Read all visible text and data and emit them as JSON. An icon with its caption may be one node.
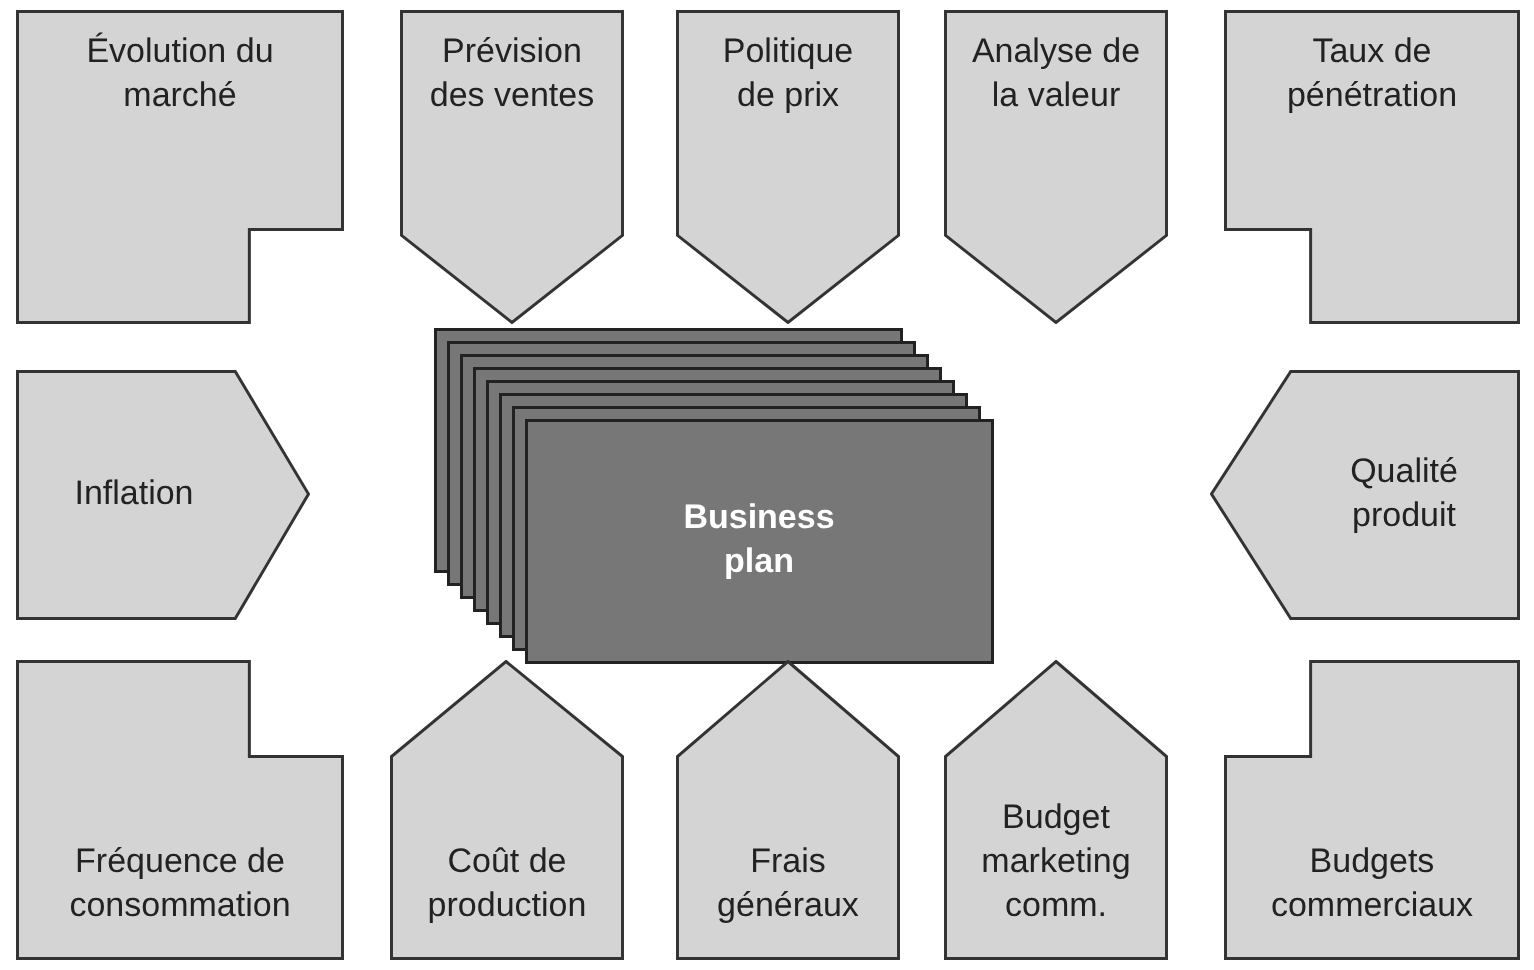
{
  "diagram": {
    "nodes": [
      {
        "text": [
          "Évolution du marché"
        ]
      },
      {
        "text": [
          "Prévision des ventes"
        ]
      },
      {
        "text": [
          "Politique de prix"
        ]
      },
      {
        "text": [
          "Analyse de la valeur"
        ]
      },
      {
        "text": [
          "Taux de pénétration"
        ]
      },
      {
        "text": [
          "Inflation"
        ]
      },
      {
        "text": [
          "Business plan"
        ]
      },
      {
        "text": [
          "Qualité produit"
        ]
      },
      {
        "text": [
          "Fréquence de consommation"
        ]
      },
      {
        "text": [
          "Coût de production"
        ]
      },
      {
        "text": [
          "Frais généraux"
        ]
      },
      {
        "text": [
          "Budget marketing comm."
        ]
      },
      {
        "text": [
          "Budgets commerciaux"
        ]
      }
    ]
  }
}
